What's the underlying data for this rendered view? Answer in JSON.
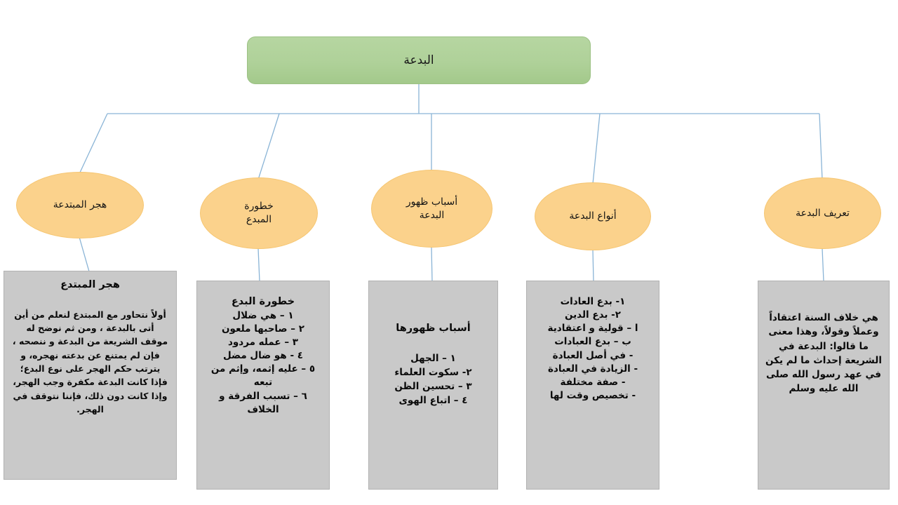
{
  "diagram": {
    "title_node": {
      "label": "البدعة",
      "fill": "#b0d29b",
      "shape": "rounded-rectangle"
    },
    "accent_colors": {
      "root_green": "#b0d29b",
      "branch_orange": "#fbd28c",
      "detail_gray": "#c9c9c9",
      "connector_blue": "#8ab4d6"
    },
    "branches": [
      {
        "id": "hajr-al-mubtadia",
        "ellipse_label": "هجر المبتدعة",
        "detail_title": "هجر المبتدع",
        "detail_body": "أولاً نتحاور مع المبتدع لنعلم من أين أتى بالبدعة ، ومن ثم نوضح له موقف الشريعة من البدعة و ننصحه ، فإن لم يمتنع عن بدعته نهجره، و يترتب حكم الهجر على نوع البدع؛ فإذا كانت البدعة مكفرة وجب الهجر، وإذا كانت دون ذلك، فإننا نتوقف في الهجر."
      },
      {
        "id": "khutoorat-al-mubdi",
        "ellipse_label": "خطورة\nالمبدع",
        "detail_title": "خطورة البدع",
        "detail_body": "١  –  هي ضلال\n٢ – صاحبها ملعون\n٣ – عمله مردود\n٤ - هو ضال مضل\n٥ – عليه إثمه، وإثم من تبعه\n٦ – تسبب الفرقة و الخلاف"
      },
      {
        "id": "asbab-zuhur-al-bidah",
        "ellipse_label": "أسباب ظهور\nالبدعة",
        "detail_title": "أسباب ظهورها",
        "detail_body": "١ – الجهل\n٢- سكوت العلماء\n٣ – تحسين الظن\n٤ – اتباع الهوى"
      },
      {
        "id": "anwa-al-bidah",
        "ellipse_label": "أنواع البدعة",
        "detail_title": "",
        "detail_body": "١- بدع العادات\n٢- بدع الدين\nا – قولية و اعتقادية\nب – بدع العبادات\n- في أصل العبادة\n- الزيادة في العبادة\n-  صفة مختلفة\n- تخصيص وقت لها"
      },
      {
        "id": "tareef-al-bidah",
        "ellipse_label": "تعريف البدعة",
        "detail_title": "",
        "detail_body": "هي خلاف السنة اعتقاداً وعملاً وقولاً، وهذا معنى ما قالوا: البدعة في الشريعة إحداث ما لم يكن في عهد رسول الله صلى الله عليه وسلم"
      }
    ]
  }
}
